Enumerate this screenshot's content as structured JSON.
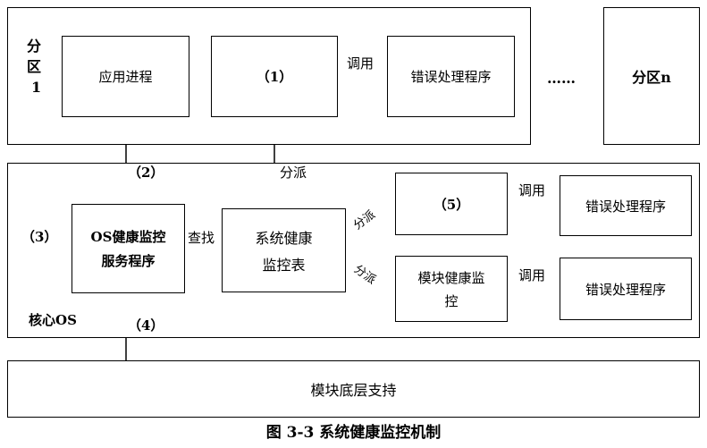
{
  "partition1": {
    "label_line1": "分",
    "label_line2": "区",
    "label_line3": "1",
    "app_process": "应用进程",
    "box1": "（1）",
    "call_label": "调用",
    "error_handler": "错误处理程序"
  },
  "ellipsis": "……",
  "partition_n": "分区n",
  "core": {
    "label": "核心OS",
    "os_monitor_line1": "OS健康监控",
    "os_monitor_line2": "服务程序",
    "system_table_line1": "系统健康",
    "system_table_line2": "监控表",
    "box5": "（5）",
    "module_monitor_line1": "模块健康监",
    "module_monitor_line2": "控",
    "error_handler_1": "错误处理程序",
    "error_handler_2": "错误处理程序",
    "call_label_1": "调用",
    "call_label_2": "调用"
  },
  "arrows": {
    "label2": "（2）",
    "label3": "（3）",
    "label4": "（4）",
    "lookup": "查找",
    "dispatch_up": "分派",
    "dispatch_upper_right": "分派",
    "dispatch_lower_right": "分派"
  },
  "bottom": "模块底层支持",
  "caption": "图 3-3 系统健康监控机制"
}
